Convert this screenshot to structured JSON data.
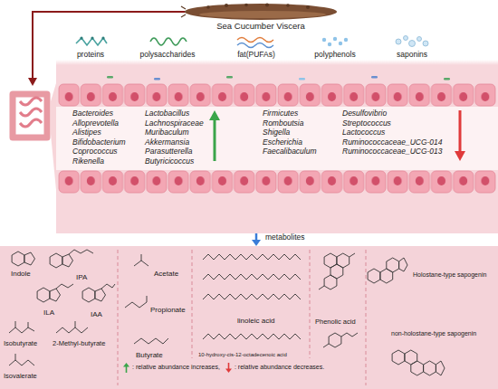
{
  "diagram": {
    "nodes": [
      {
        "text": [
          "proteins",
          "polysaccharides",
          "fat(PUFAs)",
          "polyphenols",
          "saponins",
          "Bacteroides",
          "Alloprevotella",
          "Alistipes",
          "Bifidobacterium",
          "Coprococcus",
          "Rikenella",
          "Lactobacillus",
          "Lachnospiraceae",
          "Muribaculum",
          "Akkermansia",
          "Parasutterella",
          "Butyricicoccus",
          "Firmicutes",
          "Romboutsia",
          "Shigella",
          "Escherichia",
          "Faecalibaculum",
          "Desulfovibrio",
          "Streptococcus",
          "Lactococcus",
          "Ruminococcaceae_UCG-014",
          "Ruminococcaceae_UCG-013"
        ]
      },
      {
        "text": [
          "metabolites",
          "Indole",
          "IPA",
          "ILA",
          "IAA",
          "Isobutyrate",
          "2-Methyl-butyrate",
          "Isovalerate",
          "Acetate",
          "Propionate",
          "Butyrate",
          "linoleic acid",
          "10-hydroxy-cis-12-octadecenoic acid",
          "Phenolic acid",
          "Holostane-type sapogenin",
          "non-holostane-type sapogenin"
        ]
      }
    ],
    "edges": [
      {
        "from": 0,
        "to": 1,
        "arrow": "to"
      }
    ],
    "labels": [
      "Sea Cucumber Viscera"
    ],
    "legend": [
      {
        "text": ": relative abundance increases,"
      },
      {
        "text": ": relative abundance decreases."
      }
    ]
  }
}
